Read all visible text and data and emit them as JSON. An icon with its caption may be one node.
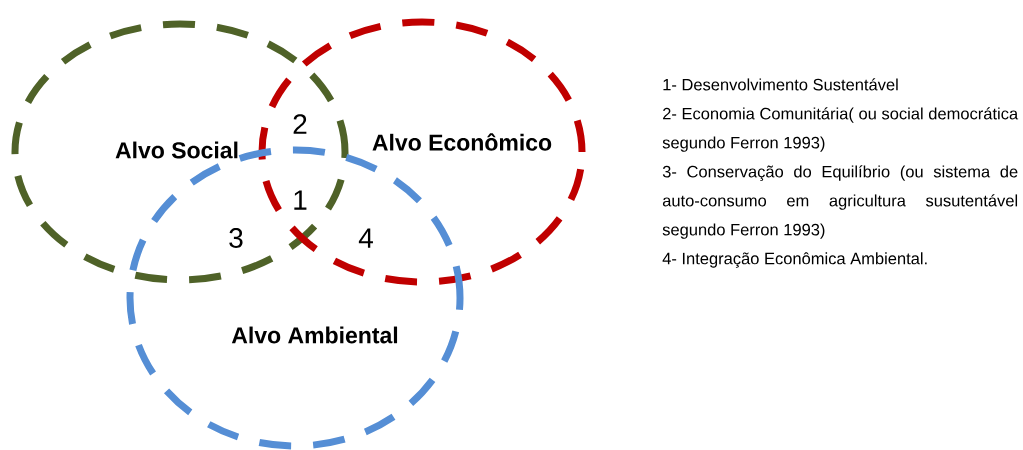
{
  "diagram": {
    "nodes": [
      {
        "text": [
          "Alvo Social"
        ]
      },
      {
        "text": [
          "Alvo Econômico"
        ]
      },
      {
        "text": [
          "Alvo Ambiental"
        ]
      }
    ],
    "labels": [
      "2",
      "1",
      "3",
      "4",
      "1- Desenvolvimento Sustentável",
      "2- Economia Comunitária( ou social democrática segundo Ferron 1993)",
      "3- Conservação do Equilíbrio (ou sistema de auto-consumo em agricultura susutentável segundo Ferron 1993)",
      "4- Integração Econômica Ambiental."
    ]
  }
}
